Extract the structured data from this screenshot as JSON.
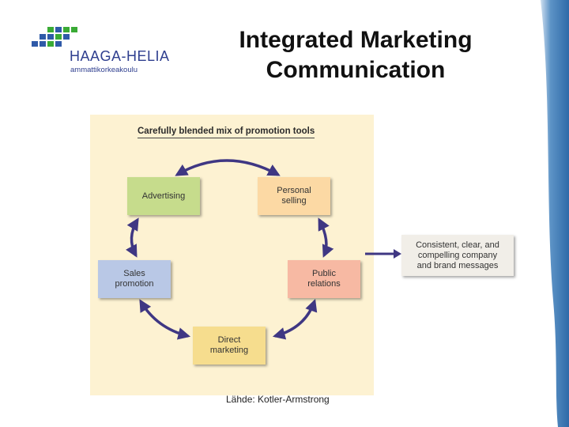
{
  "logo": {
    "name": "HAAGA-HELIA",
    "subtitle": "ammattikorkeakoulu",
    "colors": {
      "blue": "#2f5aa8",
      "green": "#3aaa35",
      "navy": "#2f3f8f"
    }
  },
  "slide": {
    "title_line1": "Integrated Marketing",
    "title_line2": "Communication"
  },
  "diagram": {
    "heading": "Carefully blended mix of promotion tools",
    "tools": [
      {
        "lines": [
          "Advertising"
        ],
        "color": "#c6dc8c"
      },
      {
        "lines": [
          "Personal",
          "selling"
        ],
        "color": "#fcd9a4"
      },
      {
        "lines": [
          "Public",
          "relations"
        ],
        "color": "#f7b9a3"
      },
      {
        "lines": [
          "Direct",
          "marketing"
        ],
        "color": "#f6dd8e"
      },
      {
        "lines": [
          "Sales",
          "promotion"
        ],
        "color": "#b9c8e6"
      }
    ],
    "arrow_color": "#3f3783",
    "background": "#fdf2d2",
    "outcome": {
      "lines": [
        "Consistent, clear, and",
        "compelling company",
        "and brand messages"
      ]
    }
  },
  "source": "Lähde: Kotler-Armstrong",
  "accent": {
    "band": "#3a7ab8"
  }
}
